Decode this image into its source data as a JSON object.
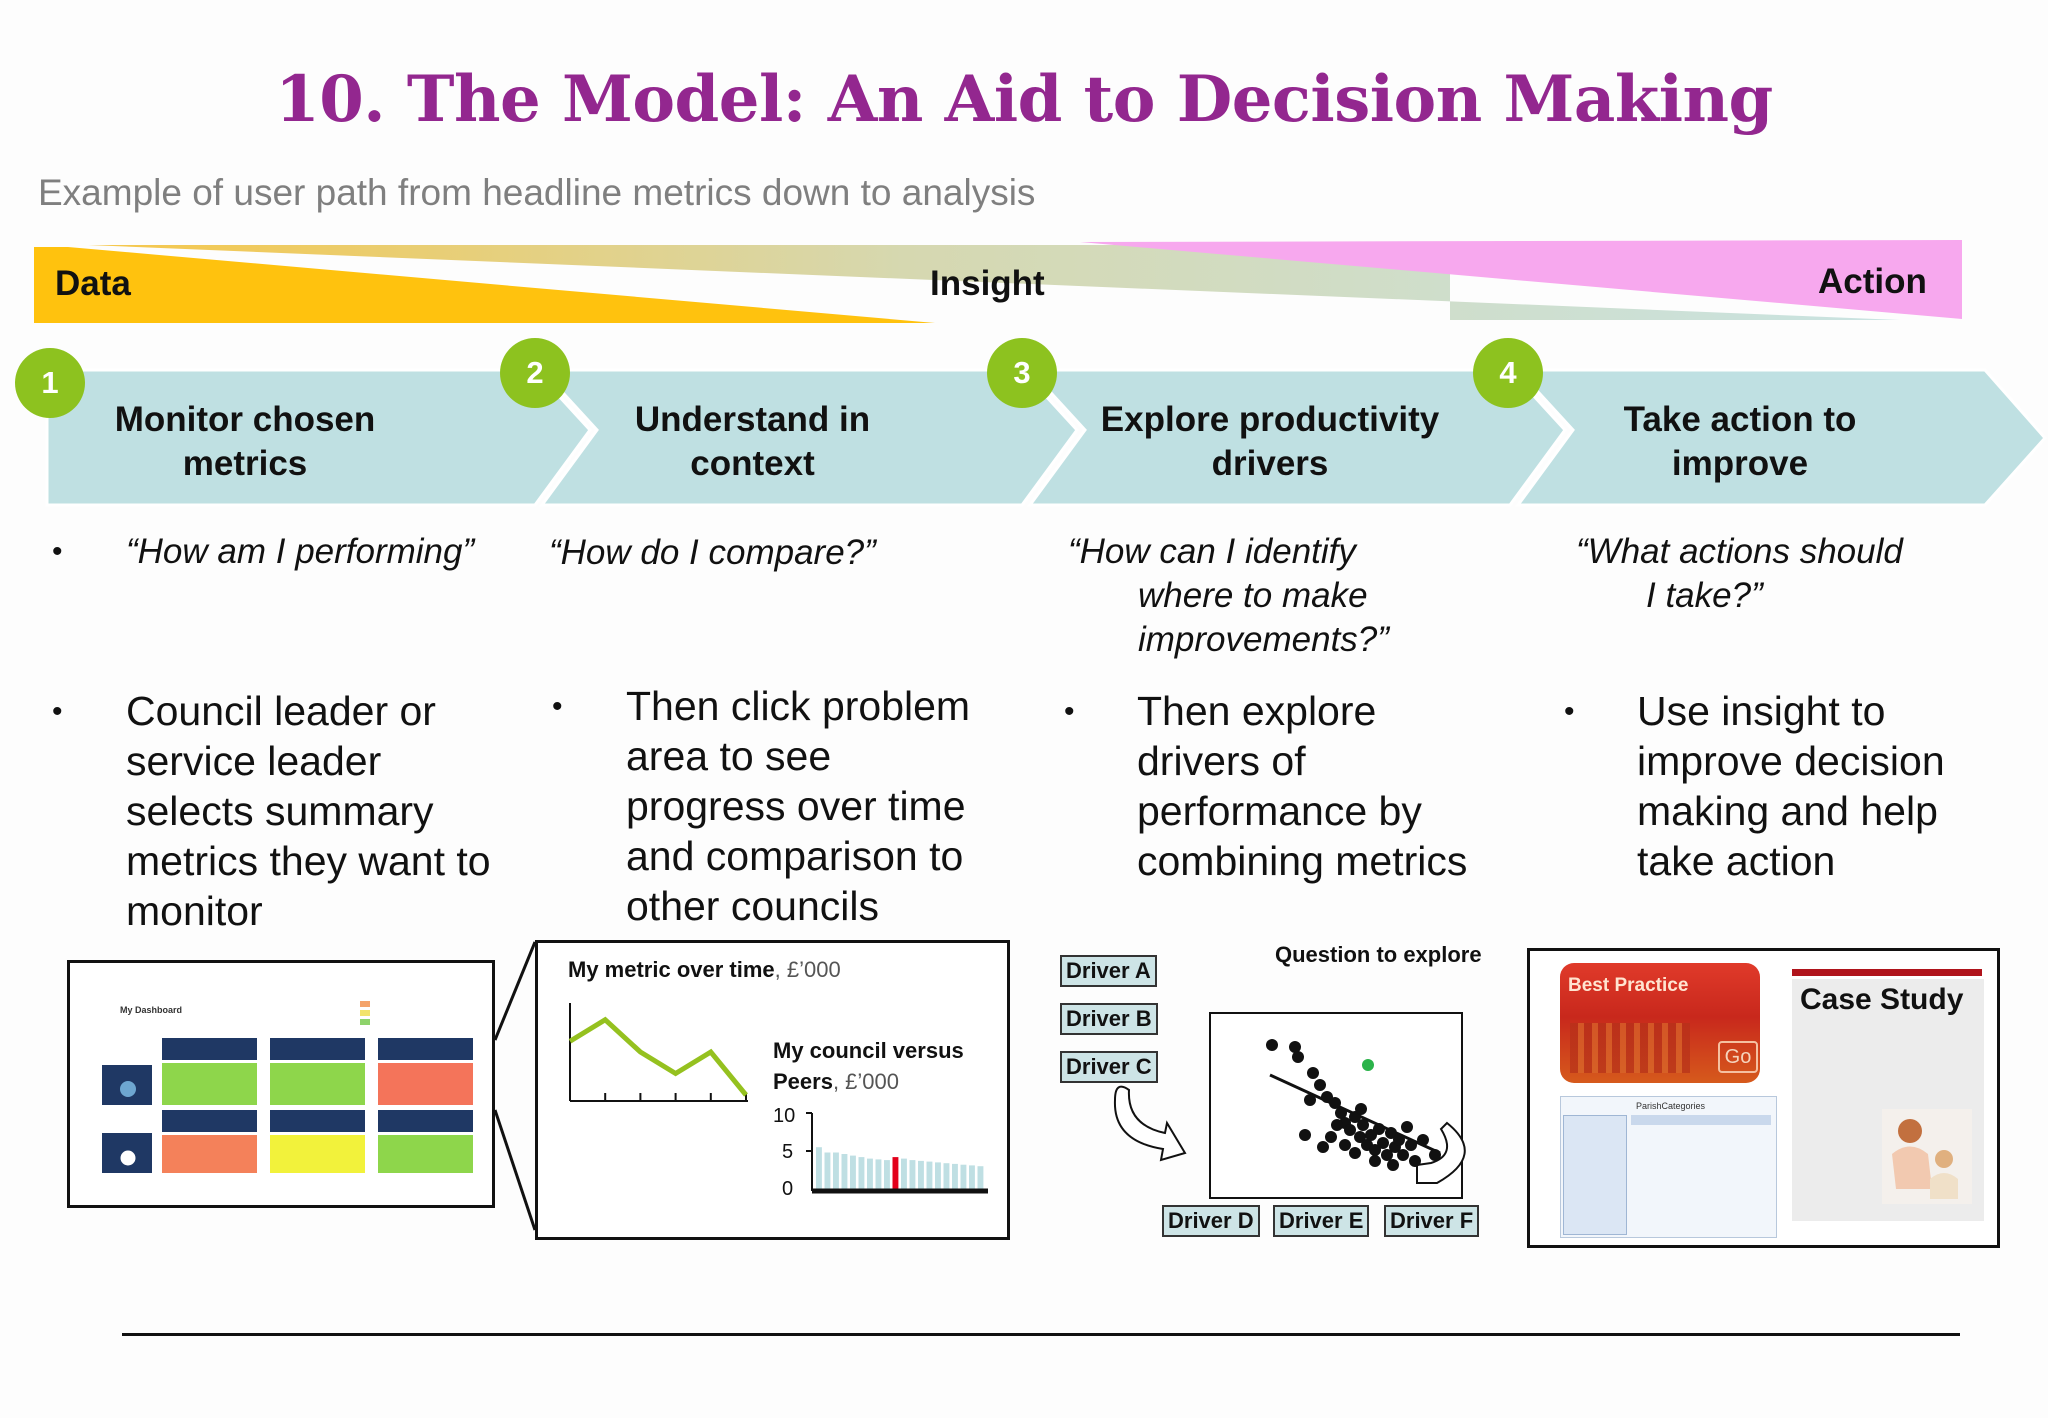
{
  "title": "10. The Model: An Aid to Decision Making",
  "subtitle": "Example of user path from headline metrics down to analysis",
  "band": {
    "left": "Data",
    "middle": "Insight",
    "right": "Action"
  },
  "steps": [
    {
      "number": "1",
      "title_line1": "Monitor chosen",
      "title_line2": "metrics",
      "question": "“How am I performing”",
      "desc_lines": [
        "Council leader or",
        "service leader",
        "selects summary",
        "metrics they want to",
        "monitor"
      ]
    },
    {
      "number": "2",
      "title_line1": "Understand in",
      "title_line2": "context",
      "question": "“How do I compare?”",
      "desc_lines": [
        "Then click problem",
        "area to see",
        "progress over time",
        "and comparison to",
        "other councils"
      ]
    },
    {
      "number": "3",
      "title_line1": "Explore productivity",
      "title_line2": "drivers",
      "question_lines": [
        "“How can I identify",
        "where to make",
        "improvements?”"
      ],
      "desc_lines": [
        "Then explore",
        "drivers of",
        "performance by",
        "combining metrics"
      ]
    },
    {
      "number": "4",
      "title_line1": "Take action to",
      "title_line2": "improve",
      "question_lines": [
        "“What actions should",
        "I take?”"
      ],
      "desc_lines": [
        "Use insight to",
        "improve decision",
        "making and help",
        "take action"
      ]
    }
  ],
  "bullet_char": "•",
  "dashboard": {
    "label": "My Dashboard"
  },
  "metric_chart": {
    "title_bold": "My metric over time",
    "title_unit": ", £’000",
    "line_values": [
      5,
      7,
      4,
      2,
      4,
      0
    ],
    "peers_title_line1": "My council versus",
    "peers_title_bold": "Peers",
    "peers_title_unit": ", £’000",
    "peer_ticks": [
      "10",
      "5",
      "0"
    ],
    "peer_values": [
      5.5,
      4.8,
      4.8,
      4.6,
      4.4,
      4.2,
      4.0,
      3.9,
      3.8,
      4.2,
      4.0,
      3.8,
      3.7,
      3.6,
      3.5,
      3.4,
      3.3,
      3.2,
      3.1,
      3.0
    ],
    "highlight_index": 9,
    "highlight_color": "#e3001b",
    "bar_color": "#bfdfe3"
  },
  "drivers": {
    "question": "Question to explore",
    "left": [
      "Driver A",
      "Driver B",
      "Driver C"
    ],
    "bottom": [
      "Driver D",
      "Driver E",
      "Driver F"
    ]
  },
  "action_panel": {
    "best_practice": "Best Practice",
    "go": "Go",
    "case_study": "Case Study",
    "form_header": "ParishCategories"
  },
  "colors": {
    "title": "#93278f",
    "data_band": "#ffc20e",
    "insight_band": "#c9dcc0",
    "action_band": "#f5a3e9",
    "arrow_fill": "#bfe0e2",
    "badge": "#8dc21f"
  }
}
